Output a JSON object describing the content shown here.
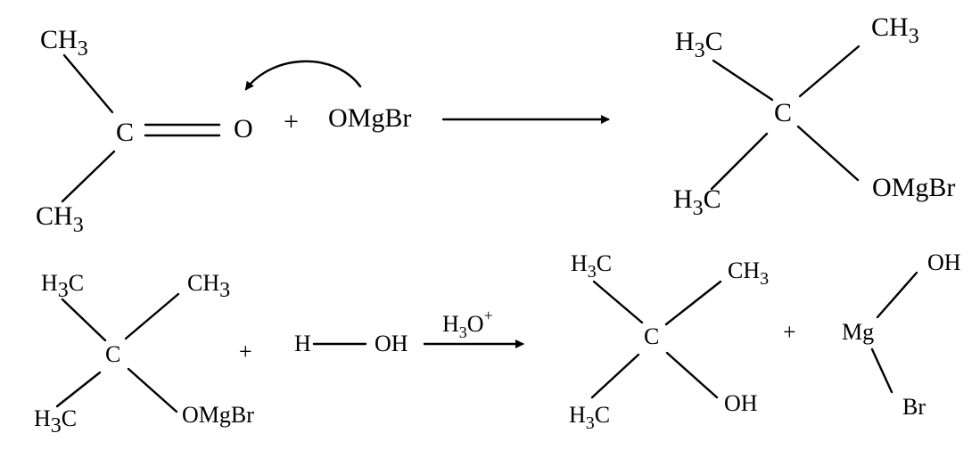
{
  "reaction1": {
    "reactant": {
      "top": "CH",
      "top_sub": "3",
      "center": "C",
      "bottom": "CH",
      "bottom_sub": "3",
      "oxygen": "O"
    },
    "plus": "+",
    "reagent": "OMgBr",
    "product": {
      "top_left": "H",
      "top_left_sub": "3",
      "top_left_tail": "C",
      "top_right": "CH",
      "top_right_sub": "3",
      "center": "C",
      "bottom_left": "H",
      "bottom_left_sub": "3",
      "bottom_left_tail": "C",
      "bottom_right": "OMgBr"
    }
  },
  "reaction2": {
    "reactant": {
      "top_left": "H",
      "top_left_sub": "3",
      "top_left_tail": "C",
      "top_right": "CH",
      "top_right_sub": "3",
      "center": "C",
      "bottom_left": "H",
      "bottom_left_sub": "3",
      "bottom_left_tail": "C",
      "bottom_right": "OMgBr"
    },
    "plus1": "+",
    "water": {
      "left": "H",
      "right": "OH"
    },
    "condition": {
      "base": "H",
      "sub": "3",
      "tail": "O",
      "sup": "+"
    },
    "product": {
      "top_left": "H",
      "top_left_sub": "3",
      "top_left_tail": "C",
      "top_right": "CH",
      "top_right_sub": "3",
      "center": "C",
      "bottom_left": "H",
      "bottom_left_sub": "3",
      "bottom_left_tail": "C",
      "bottom_right": "OH"
    },
    "plus2": "+",
    "byproduct": {
      "center": "Mg",
      "top": "OH",
      "bottom": "Br"
    }
  }
}
